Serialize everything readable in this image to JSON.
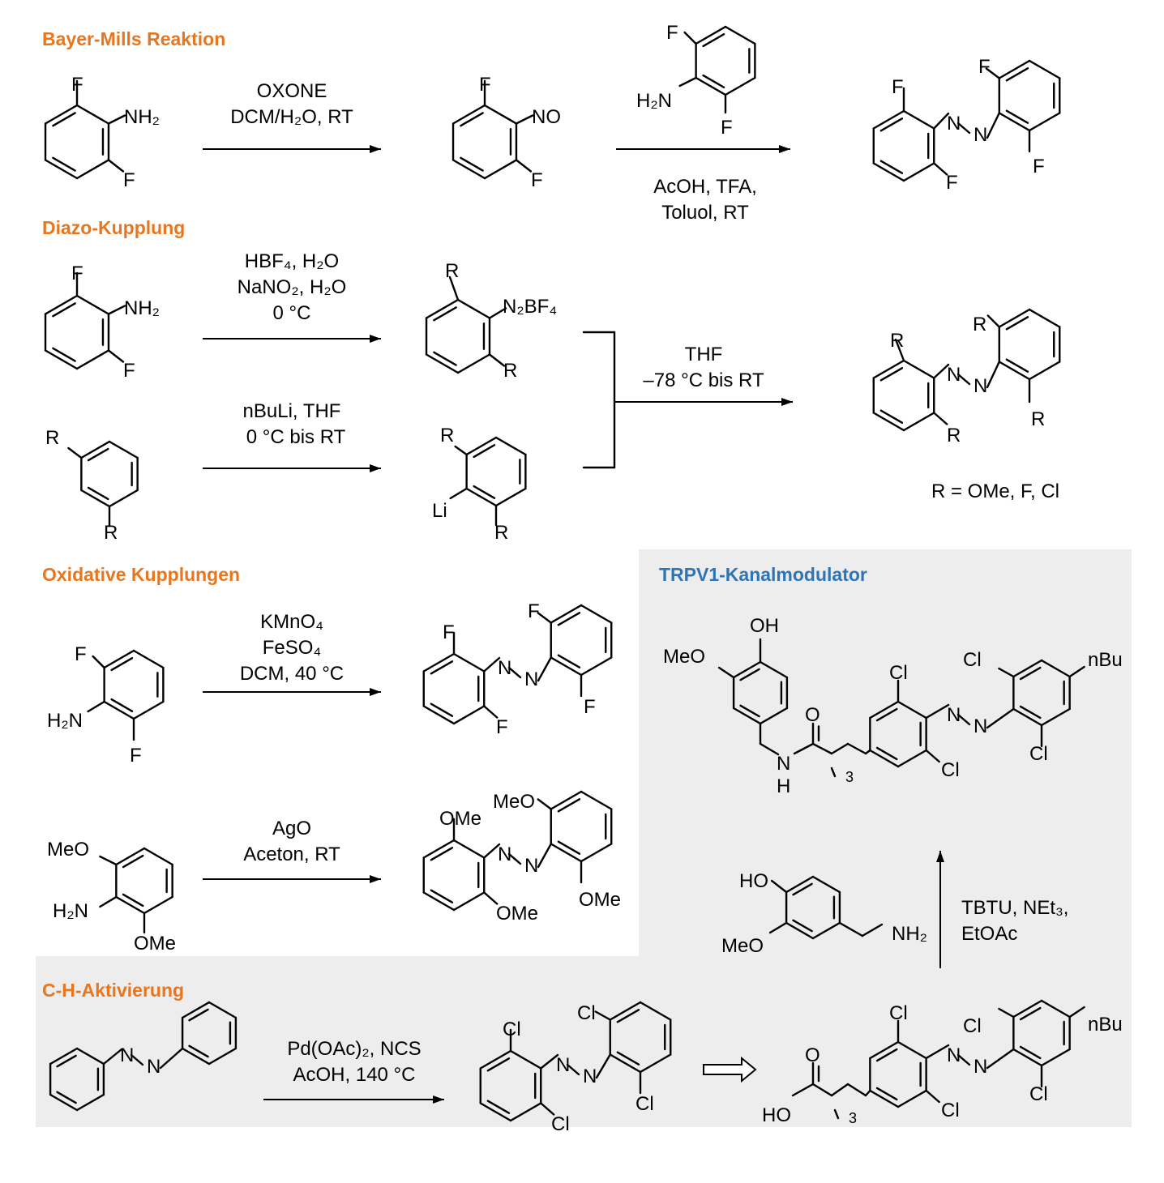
{
  "colors": {
    "section_orange": "#E8761E",
    "section_blue": "#2E75B6",
    "panel_gray": "#EDEDED"
  },
  "sections": {
    "bayer_mills": "Bayer-Mills Reaktion",
    "diazo": "Diazo-Kupplung",
    "oxidative": "Oxidative Kupplungen",
    "ch_activation": "C-H-Aktivierung",
    "trpv1": "TRPV1-Kanalmodulator"
  },
  "conditions": {
    "bm_step1": [
      "OXONE",
      "DCM/H₂O, RT"
    ],
    "bm_step2": [
      "AcOH, TFA,",
      "Toluol, RT"
    ],
    "diazo_top": [
      "HBF₄, H₂O",
      "NaNO₂, H₂O",
      "0 °C"
    ],
    "diazo_bottom": [
      "nBuLi, THF",
      "0 °C bis RT"
    ],
    "diazo_combine": [
      "THF",
      "–78 °C bis RT"
    ],
    "ox_kmno4": [
      "KMnO₄",
      "FeSO₄",
      "DCM, 40 °C"
    ],
    "ox_ago": [
      "AgO",
      "Aceton, RT"
    ],
    "ch_pd": [
      "Pd(OAc)₂, NCS",
      "AcOH, 140 °C"
    ],
    "tbtu": [
      "TBTU, NEt₃,",
      "EtOAc"
    ]
  },
  "r_definition": "R = OMe, F, Cl",
  "atom_labels": {
    "F": "F",
    "Cl": "Cl",
    "R": "R",
    "Li": "Li",
    "N": "N",
    "O": "O",
    "H": "H",
    "OH": "OH",
    "HO": "HO",
    "MeO": "MeO",
    "OMe": "OMe",
    "nBu": "nBu",
    "NH2": "NH₂",
    "H2N": "H₂N",
    "NO": "NO",
    "N2BF4": "N₂BF₄",
    "sub3": "3"
  }
}
